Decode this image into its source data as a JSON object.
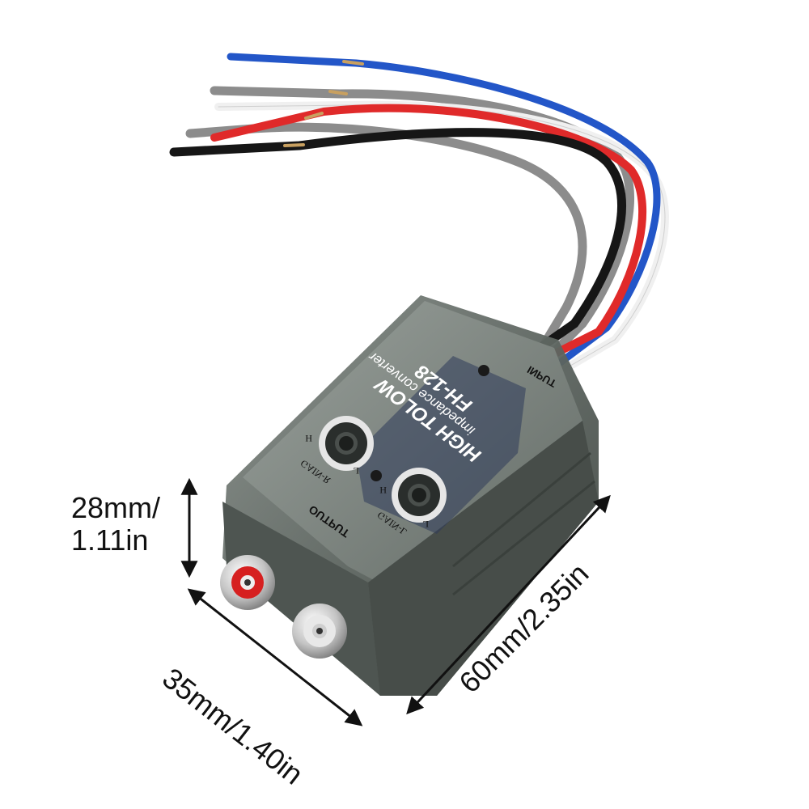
{
  "product": {
    "brand_text": "HIGH TOLOW",
    "subtitle_text": "impedance converter",
    "model_text": "FH-128",
    "input_label": "INPUT",
    "output_label": "OUTPUT",
    "knob_right_label": "GAIN-R",
    "knob_left_label": "GAIN-L",
    "knob_low": "L",
    "knob_high": "H"
  },
  "dimensions": {
    "height_line1": "28mm/",
    "height_line2": "1.11in",
    "width": "35mm/1.40in",
    "length": "60mm/2.35in"
  },
  "colors": {
    "wire_blue": "#2356c8",
    "wire_gray": "#8c8c8c",
    "wire_white": "#f2f2f2",
    "wire_red": "#e02a2a",
    "wire_black": "#161616",
    "housing": "#5d6460",
    "rca_red": "#d62020",
    "rca_white": "#e8e8e8"
  }
}
